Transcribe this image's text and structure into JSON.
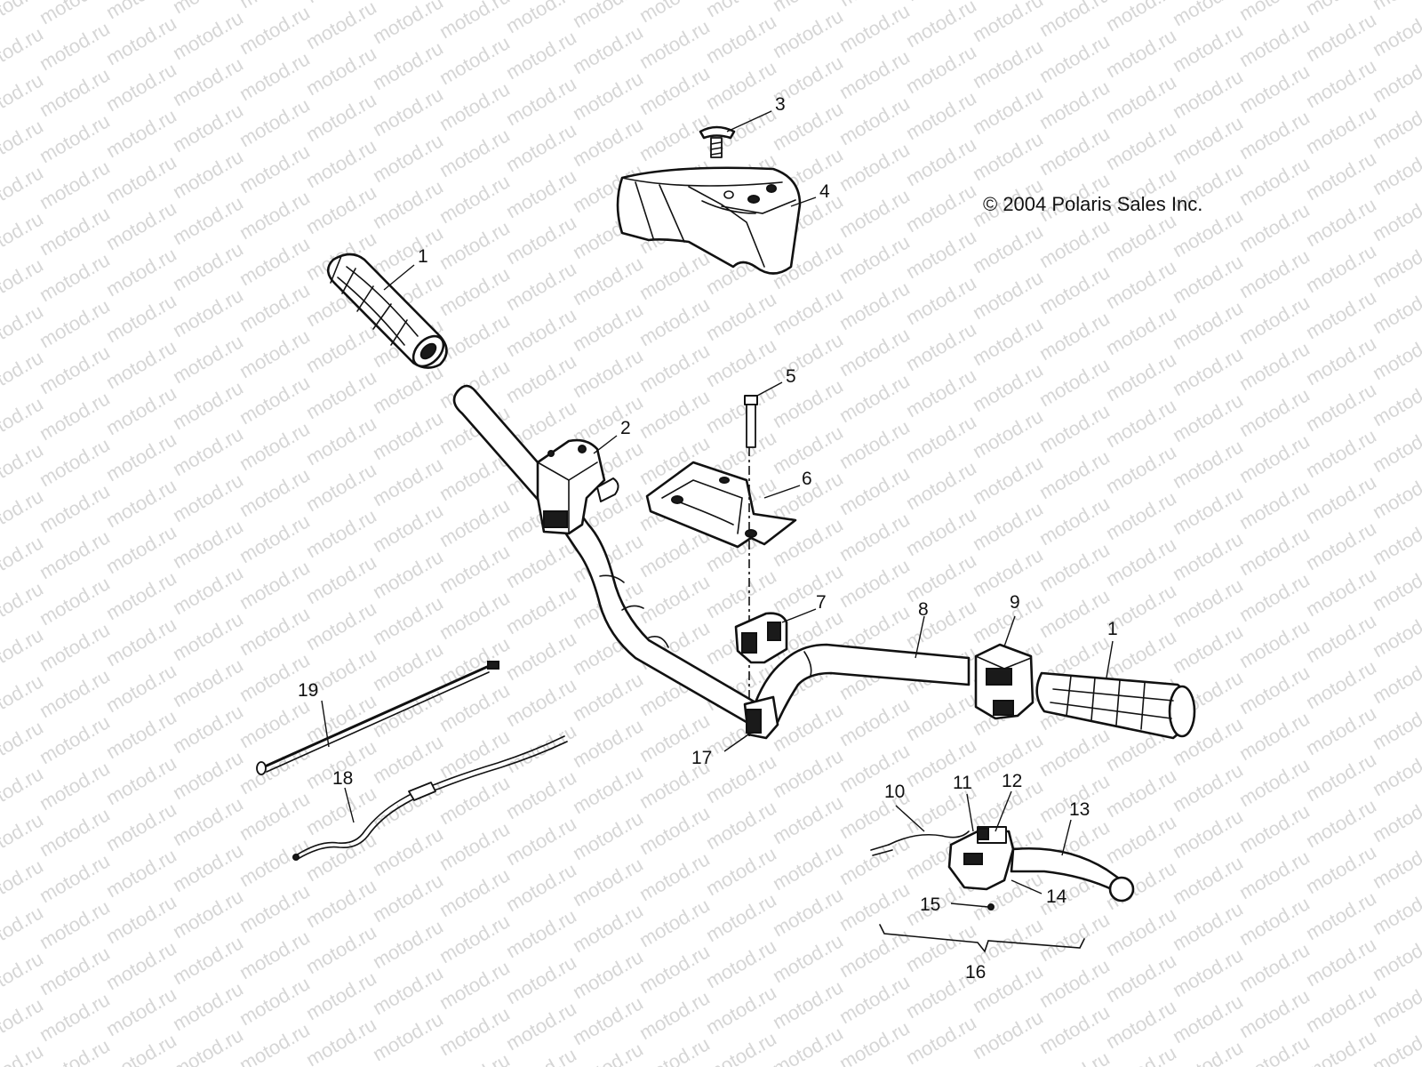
{
  "watermark": "motod.ru",
  "copyright": "© 2004 Polaris Sales Inc.",
  "callouts": {
    "c1a": "1",
    "c1b": "1",
    "c2": "2",
    "c3": "3",
    "c4": "4",
    "c5": "5",
    "c6": "6",
    "c7": "7",
    "c8": "8",
    "c9": "9",
    "c10": "10",
    "c11": "11",
    "c12": "12",
    "c13": "13",
    "c14": "14",
    "c15": "15",
    "c16": "16",
    "c17": "17",
    "c18": "18",
    "c19": "19"
  },
  "colors": {
    "line": "#111111",
    "watermark": "#d6d6d6",
    "background": "#ffffff"
  }
}
